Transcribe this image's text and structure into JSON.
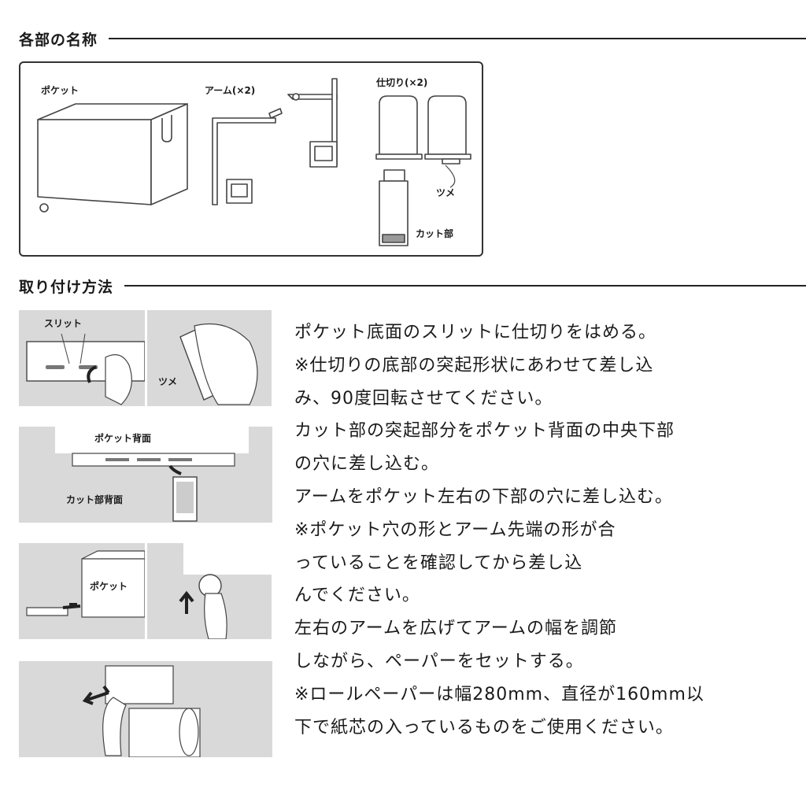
{
  "sections": {
    "parts_title": "各部の名称",
    "install_title": "取り付け方法"
  },
  "parts": {
    "pocket": "ポケット",
    "arm": "アーム(×2)",
    "divider": "仕切り(×2)",
    "tab": "ツメ",
    "cut": "カット部"
  },
  "steps": {
    "step1_slit": "スリット",
    "step1_tab": "ツメ",
    "step2_pocket_back": "ポケット背面",
    "step2_cut_back": "カット部背面",
    "step3_pocket": "ポケット"
  },
  "instructions": [
    "ポケット底面のスリットに仕切りをはめる。",
    "※仕切りの底部の突起形状にあわせて差し込",
    "み、90度回転させてください。",
    "カット部の突起部分をポケット背面の中央下部",
    "の穴に差し込む。",
    "アームをポケット左右の下部の穴に差し込む。",
    "※ポケット穴の形とアーム先端の形が合",
    "っていることを確認してから差し込",
    "んでください。",
    "左右のアームを広げてアームの幅を調節",
    "しながら、ペーパーをセットする。",
    "※ロールペーパーは幅280mm、直径が160mm以",
    "下で紙芯の入っているものをご使用ください。"
  ]
}
